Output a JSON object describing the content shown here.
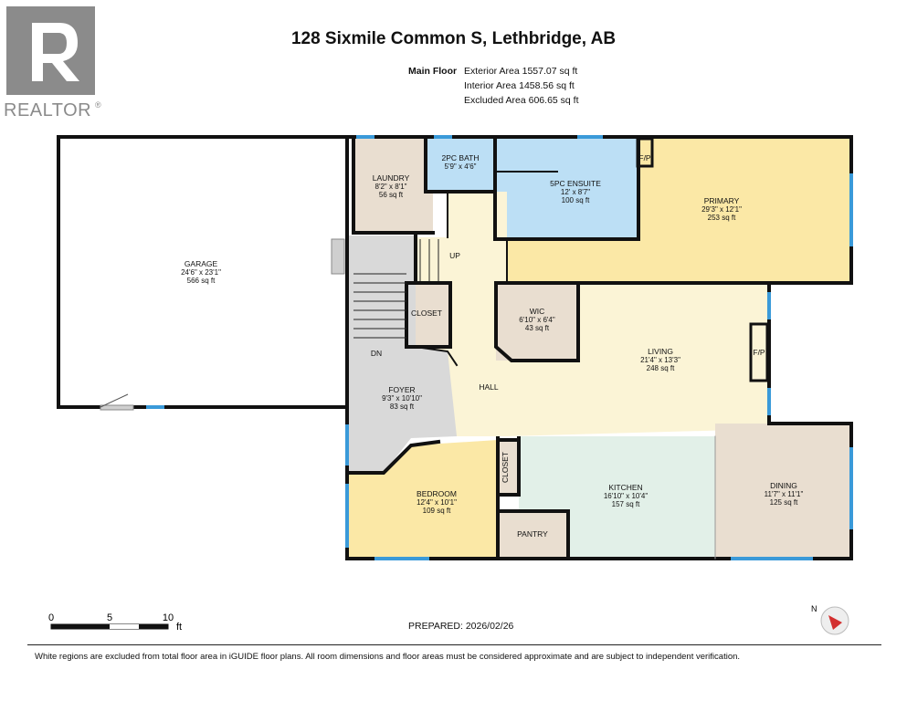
{
  "logo": {
    "brand_text": "REALTOR",
    "mark": "R"
  },
  "header": {
    "title": "128 Sixmile Common S, Lethbridge, AB"
  },
  "floor_areas": {
    "label": "Main Floor",
    "exterior": "Exterior Area 1557.07 sq ft",
    "interior": "Interior Area 1458.56 sq ft",
    "excluded": "Excluded Area 606.65 sq ft"
  },
  "rooms": {
    "garage": {
      "name": "GARAGE",
      "dims": "24'6\" x 23'1\"",
      "area": "566 sq ft"
    },
    "laundry": {
      "name": "LAUNDRY",
      "dims": "8'2\" x 8'1\"",
      "area": "56 sq ft"
    },
    "bath2pc": {
      "name": "2PC BATH",
      "dims": "5'9\" x 4'6\""
    },
    "ensuite": {
      "name": "5PC ENSUITE",
      "dims": "12' x 8'7\"",
      "area": "100 sq ft"
    },
    "primary": {
      "name": "PRIMARY",
      "dims": "29'3\" x 12'1\"",
      "area": "253 sq ft"
    },
    "closet1": {
      "name": "CLOSET"
    },
    "wic": {
      "name": "WIC",
      "dims": "6'10\" x 6'4\"",
      "area": "43 sq ft"
    },
    "living": {
      "name": "LIVING",
      "dims": "21'4\" x 13'3\"",
      "area": "248 sq ft"
    },
    "foyer": {
      "name": "FOYER",
      "dims": "9'3\" x 10'10\"",
      "area": "83 sq ft"
    },
    "hall": {
      "name": "HALL"
    },
    "bedroom": {
      "name": "BEDROOM",
      "dims": "12'4\" x 10'1\"",
      "area": "109 sq ft"
    },
    "closet2": {
      "name": "CLOSET"
    },
    "kitchen": {
      "name": "KITCHEN",
      "dims": "16'10\" x 10'4\"",
      "area": "157 sq ft"
    },
    "dining": {
      "name": "DINING",
      "dims": "11'7\" x 11'1\"",
      "area": "125 sq ft"
    },
    "pantry": {
      "name": "PANTRY"
    }
  },
  "markers": {
    "up": "UP",
    "dn": "DN",
    "fp1": "F/P",
    "fp2": "F/P"
  },
  "scale": {
    "t0": "0",
    "t5": "5",
    "t10": "10",
    "unit": "ft"
  },
  "compass": {
    "north": "N"
  },
  "footer": {
    "prepared": "PREPARED: 2026/02/26",
    "disclaimer": "White regions are excluded from total floor area in iGUIDE floor plans. All room dimensions and floor areas must be considered approximate and are subject to independent verification."
  },
  "colors": {
    "wall": "#111111",
    "window": "#3a9ad9",
    "laundry": "#e9ded0",
    "bath": "#bcdff5",
    "primary": "#fbe8a6",
    "living": "#fbf4d6",
    "wic": "#e9ded0",
    "foyer": "#d9d9d9",
    "bedroom": "#fbe8a6",
    "kitchen": "#e2f0e8",
    "dining": "#e9ded0",
    "pantry": "#e9ded0",
    "closet": "#e9ded0"
  }
}
